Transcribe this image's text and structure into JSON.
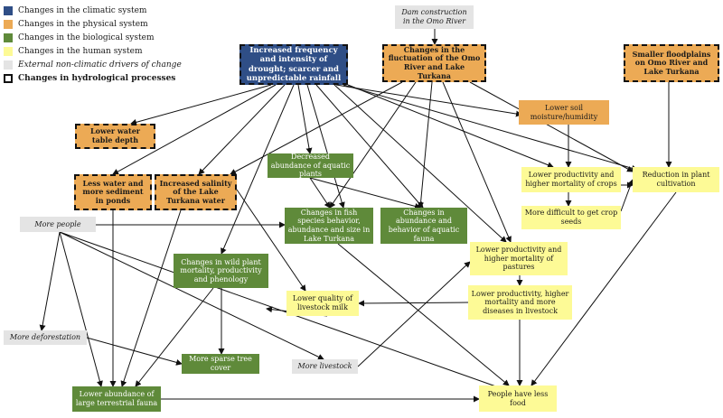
{
  "legend": [
    {
      "label": "Changes in the climatic system",
      "color": "#2f4e86",
      "style": "fill"
    },
    {
      "label": "Changes in the physical system",
      "color": "#ecaa55",
      "style": "fill"
    },
    {
      "label": "Changes in the biological system",
      "color": "#5f8a3a",
      "style": "fill"
    },
    {
      "label": "Changes in the human system",
      "color": "#fdfa96",
      "style": "fill"
    },
    {
      "label": "External non-climatic drivers of change",
      "color": "#e4e4e4",
      "style": "fill-italic"
    },
    {
      "label": "Changes in hydrological processes",
      "color": "#111111",
      "style": "dashed"
    }
  ],
  "nodes": {
    "drought": "Increased frequency and intensity of drought; scarcer and unpredictable rainfall",
    "dam": "Dam construction in the Omo River",
    "fluctuation": "Changes in the fluctuation of the Omo River and Lake Turkana",
    "floodplains": "Smaller floodplains on Omo River and Lake Turkana",
    "water_table": "Lower water table depth",
    "soil_moisture": "Lower soil moisture/humidity",
    "aquatic_plants": "Decreased abundance of aquatic plants",
    "less_water_ponds": "Less water and more sediment in ponds",
    "salinity": "Increased salinity of the Lake Turkana water",
    "crops": "Lower productivity and higher mortality of crops",
    "plant_cultivation": "Reduction in plant cultivation",
    "crop_seeds": "More difficult to get crop seeds",
    "more_people": "More people",
    "fish": "Changes in fish species behavior, abundance and size in Lake Turkana",
    "aquatic_fauna": "Changes in abundance and behavior of aquatic fauna",
    "pastures": "Lower productivity and higher mortality of pastures",
    "wild_plant": "Changes in wild plant mortality, productivity and phenology",
    "milk": "Lower quality of livestock milk",
    "livestock_disease": "Lower productivity, higher mortality and more diseases in livestock",
    "deforestation": "More deforestation",
    "tree_cover": "More sparse tree cover",
    "more_livestock": "More livestock",
    "terrestrial_fauna": "Lower abundance of large terrestrial fauna",
    "less_food": "People have less food"
  },
  "palette": {
    "climatic": "#2f4e86",
    "physical": "#ecaa55",
    "biological": "#5f8a3a",
    "human": "#fdfa96",
    "external": "#e4e4e4",
    "arrow": "#111111"
  }
}
